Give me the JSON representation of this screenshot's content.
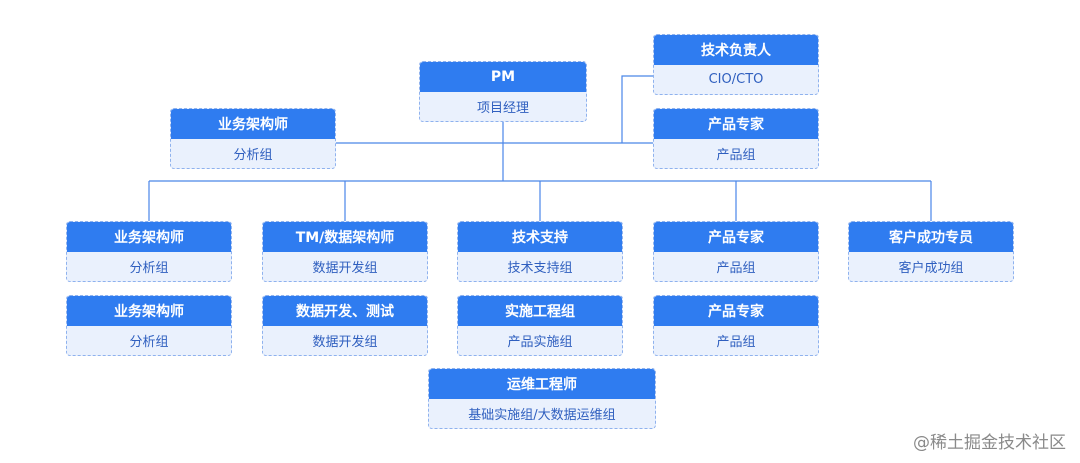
{
  "nodes": {
    "pm": {
      "title": "PM",
      "subtitle": "项目经理"
    },
    "tech_lead": {
      "title": "技术负责人",
      "subtitle": "CIO/CTO"
    },
    "product_expert_top": {
      "title": "产品专家",
      "subtitle": "产品组"
    },
    "business_architect_top": {
      "title": "业务架构师",
      "subtitle": "分析组"
    },
    "business_architect_1": {
      "title": "业务架构师",
      "subtitle": "分析组"
    },
    "business_architect_2": {
      "title": "业务架构师",
      "subtitle": "分析组"
    },
    "data_architect": {
      "title": "TM/数据架构师",
      "subtitle": "数据开发组"
    },
    "data_dev_test": {
      "title": "数据开发、测试",
      "subtitle": "数据开发组"
    },
    "tech_support": {
      "title": "技术支持",
      "subtitle": "技术支持组"
    },
    "implementation": {
      "title": "实施工程组",
      "subtitle": "产品实施组"
    },
    "product_expert_1": {
      "title": "产品专家",
      "subtitle": "产品组"
    },
    "product_expert_2": {
      "title": "产品专家",
      "subtitle": "产品组"
    },
    "customer_success": {
      "title": "客户成功专员",
      "subtitle": "客户成功组"
    },
    "ops_engineer": {
      "title": "运维工程师",
      "subtitle": "基础实施组/大数据运维组"
    }
  },
  "watermark": "@稀土掘金技术社区",
  "colors": {
    "header": "#2f7cf0",
    "body": "#eaf1fd",
    "subtitle_text": "#2f5fbf",
    "connector": "#4a86e8"
  }
}
